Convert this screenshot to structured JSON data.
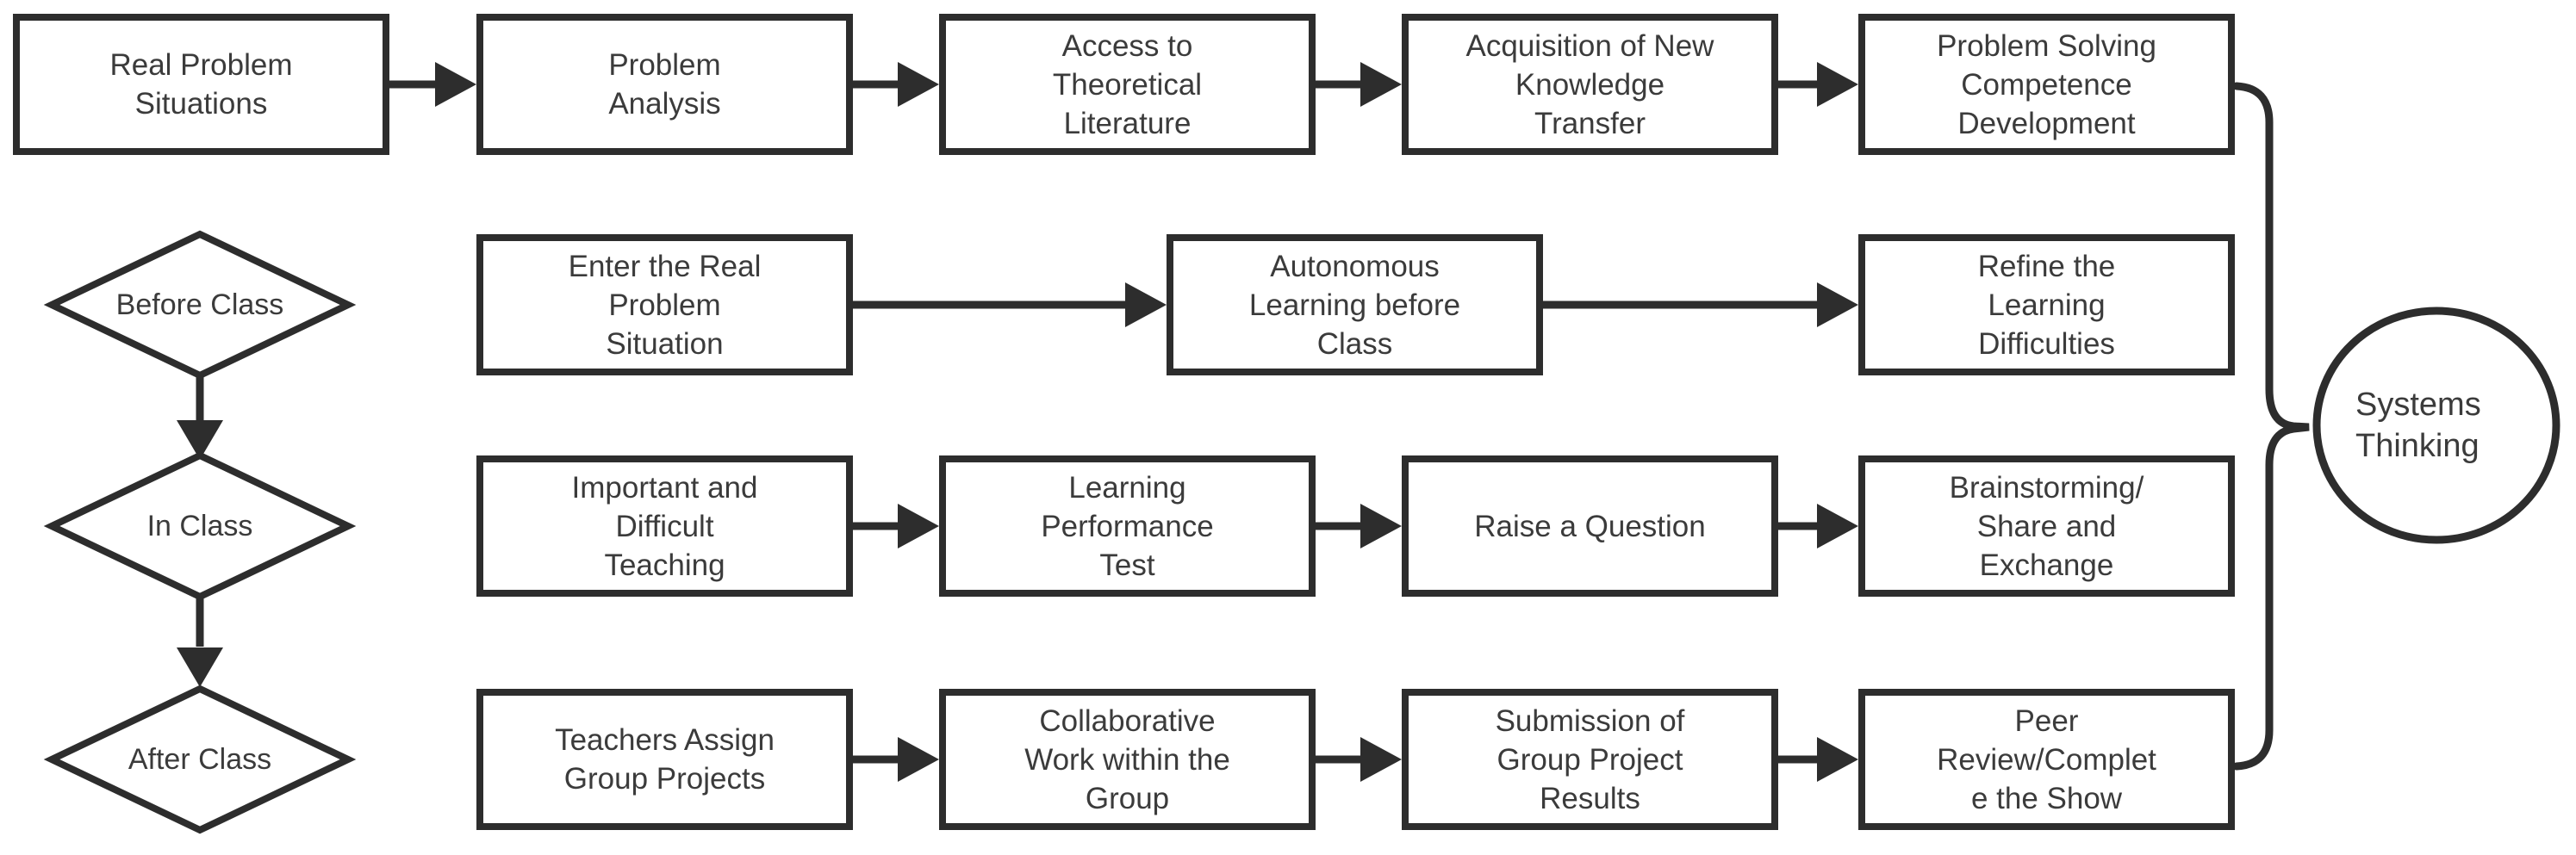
{
  "colors": {
    "stroke": "#2d2d2d",
    "text": "#3b3b3b",
    "background": "#ffffff"
  },
  "top_row": {
    "boxes": [
      "Real Problem Situations",
      "Problem Analysis",
      "Access to Theoretical Literature",
      "Acquisition of New Knowledge Transfer",
      "Problem Solving Competence Development"
    ]
  },
  "phases": [
    {
      "label": "Before Class",
      "boxes": [
        "Enter the Real Problem Situation",
        "Autonomous Learning before Class",
        "Refine the Learning Difficulties"
      ]
    },
    {
      "label": "In Class",
      "boxes": [
        "Important and Difficult Teaching",
        "Learning Performance Test",
        "Raise a Question",
        "Brainstorming/Share and Exchange"
      ]
    },
    {
      "label": "After Class",
      "boxes": [
        "Teachers Assign Group Projects",
        "Collaborative Work within the Group",
        "Submission of Group Project Results",
        "Peer Review/Complete the Show"
      ]
    }
  ],
  "outcome": {
    "label": "Systems Thinking"
  }
}
